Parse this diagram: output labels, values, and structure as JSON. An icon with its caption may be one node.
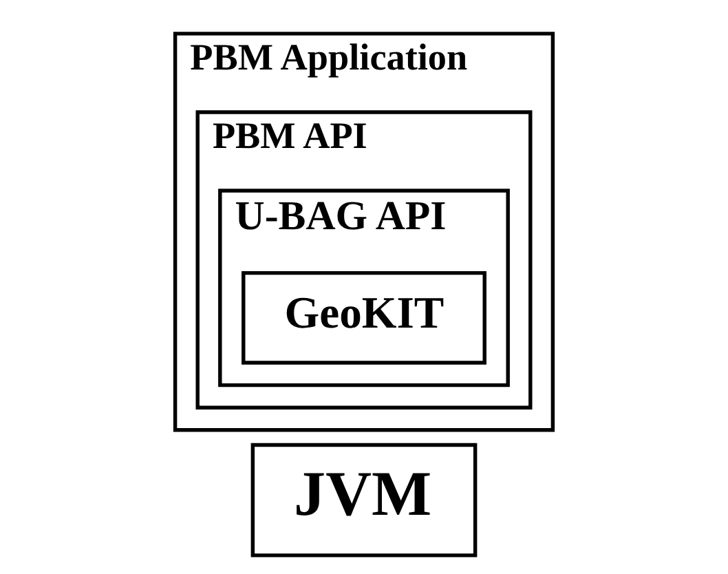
{
  "diagram": {
    "nodes": [
      {
        "text": [
          "PBM Application"
        ]
      },
      {
        "text": [
          "PBM API"
        ],
        "in": 0
      },
      {
        "text": [
          "U-BAG API"
        ],
        "in": 1
      },
      {
        "text": [
          "GeoKIT"
        ],
        "in": 2
      },
      {
        "text": [
          "JVM"
        ]
      }
    ]
  }
}
